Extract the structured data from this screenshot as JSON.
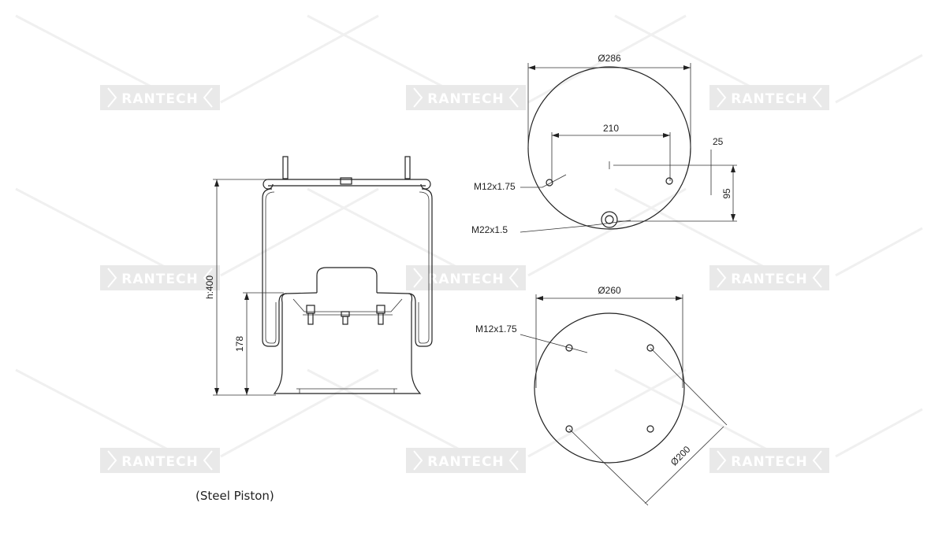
{
  "watermark": {
    "text": "RANTECH"
  },
  "side_view": {
    "height_label": "h:400",
    "piston_height_label": "178",
    "caption": "(Steel Piston)"
  },
  "top_view": {
    "diameter_label": "Ø286",
    "stud_spacing_label": "210",
    "offset_label": "25",
    "port_offset_label": "95",
    "stud_thread_label": "M12x1.75",
    "port_thread_label": "M22x1.5"
  },
  "bottom_view": {
    "diameter_label": "Ø260",
    "bolt_thread_label": "M12x1.75",
    "bolt_circle_label": "Ø200"
  }
}
